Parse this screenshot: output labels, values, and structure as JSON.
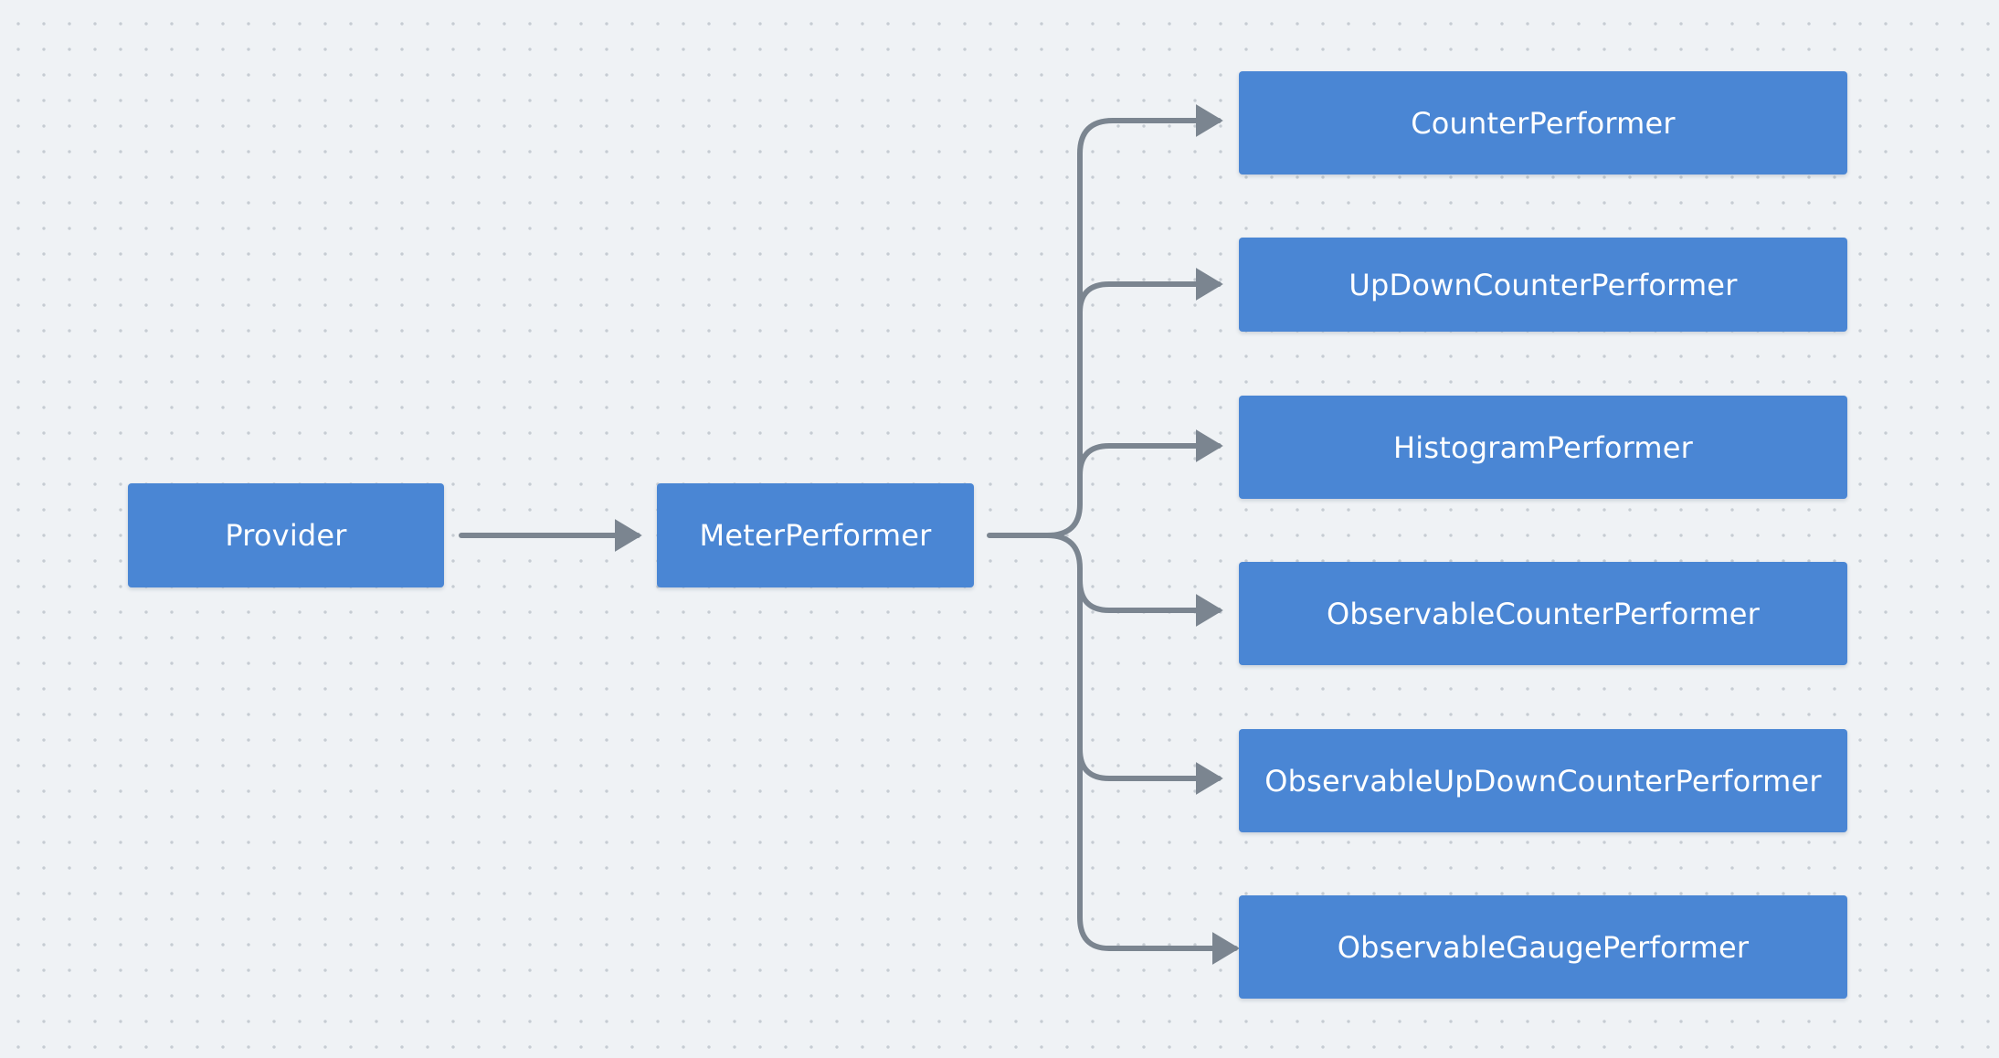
{
  "diagram": {
    "nodes": [
      {
        "id": "provider",
        "label": "Provider"
      },
      {
        "id": "meter",
        "label": "MeterPerformer"
      },
      {
        "id": "counter",
        "label": "CounterPerformer"
      },
      {
        "id": "updown",
        "label": "UpDownCounterPerformer"
      },
      {
        "id": "histogram",
        "label": "HistogramPerformer"
      },
      {
        "id": "obs_counter",
        "label": "ObservableCounterPerformer"
      },
      {
        "id": "obs_updown",
        "label": "ObservableUpDownCounterPerformer"
      },
      {
        "id": "obs_gauge",
        "label": "ObservableGaugePerformer"
      }
    ],
    "edges": [
      {
        "from": "provider",
        "to": "meter"
      },
      {
        "from": "meter",
        "to": "counter"
      },
      {
        "from": "meter",
        "to": "updown"
      },
      {
        "from": "meter",
        "to": "histogram"
      },
      {
        "from": "meter",
        "to": "obs_counter"
      },
      {
        "from": "meter",
        "to": "obs_updown"
      },
      {
        "from": "meter",
        "to": "obs_gauge"
      }
    ],
    "colors": {
      "background": "#eff2f5",
      "grid_dot": "#c6ccd3",
      "node_fill": "#4a86d4",
      "node_text": "#ffffff",
      "connector": "#7b8590"
    }
  }
}
